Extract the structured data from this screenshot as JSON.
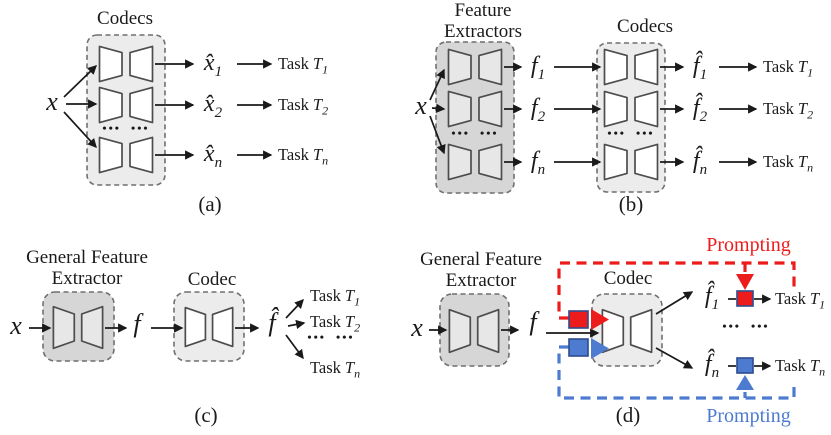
{
  "colors": {
    "red": "#ec1c1c",
    "blue": "#4d7bd0",
    "square_border": "#2e4b8f",
    "box_dark": "#d6d6d6",
    "box_light": "#ececec",
    "trap_light": "#e7e7e7",
    "trap_white": "#ffffff"
  },
  "fig_a": {
    "panel_label": "(a)",
    "codecs_label": "Codecs",
    "input": "x",
    "dots": "•••  •••",
    "rows": [
      {
        "out": "x̂",
        "out_sub": "1",
        "task": "Task",
        "task_var": "T",
        "task_sub": "1"
      },
      {
        "out": "x̂",
        "out_sub": "2",
        "task": "Task",
        "task_var": "T",
        "task_sub": "2"
      },
      {
        "out": "x̂",
        "out_sub": "n",
        "task": "Task",
        "task_var": "T",
        "task_sub": "n"
      }
    ]
  },
  "fig_b": {
    "panel_label": "(b)",
    "extractors_label_line1": "Feature",
    "extractors_label_line2": "Extractors",
    "codecs_label": "Codecs",
    "input": "x",
    "dots": "•••  •••",
    "rows": [
      {
        "feat": "f",
        "feat_sub": "1",
        "out": "f̂",
        "out_sub": "1",
        "task": "Task",
        "task_var": "T",
        "task_sub": "1"
      },
      {
        "feat": "f",
        "feat_sub": "2",
        "out": "f̂",
        "out_sub": "2",
        "task": "Task",
        "task_var": "T",
        "task_sub": "2"
      },
      {
        "feat": "f",
        "feat_sub": "n",
        "out": "f̂",
        "out_sub": "n",
        "task": "Task",
        "task_var": "T",
        "task_sub": "n"
      }
    ]
  },
  "fig_c": {
    "panel_label": "(c)",
    "extractor_label_line1": "General Feature",
    "extractor_label_line2": "Extractor",
    "codec_label": "Codec",
    "input": "x",
    "feature": "f",
    "recon": "f̂",
    "dots": "•••  •••",
    "tasks": [
      {
        "task": "Task",
        "task_var": "T",
        "task_sub": "1"
      },
      {
        "task": "Task",
        "task_var": "T",
        "task_sub": "2"
      },
      {
        "task": "Task",
        "task_var": "T",
        "task_sub": "n"
      }
    ]
  },
  "fig_d": {
    "panel_label": "(d)",
    "extractor_label_line1": "General Feature",
    "extractor_label_line2": "Extractor",
    "codec_label": "Codec",
    "input": "x",
    "feature": "f",
    "prompting_top": "Prompting",
    "prompting_bottom": "Prompting",
    "dots": "•••  •••",
    "out_rows": [
      {
        "out": "f̂",
        "out_sub": "1",
        "task": "Task",
        "task_var": "T",
        "task_sub": "1"
      },
      {
        "out": "f̂",
        "out_sub": "n",
        "task": "Task",
        "task_var": "T",
        "task_sub": "n"
      }
    ]
  }
}
